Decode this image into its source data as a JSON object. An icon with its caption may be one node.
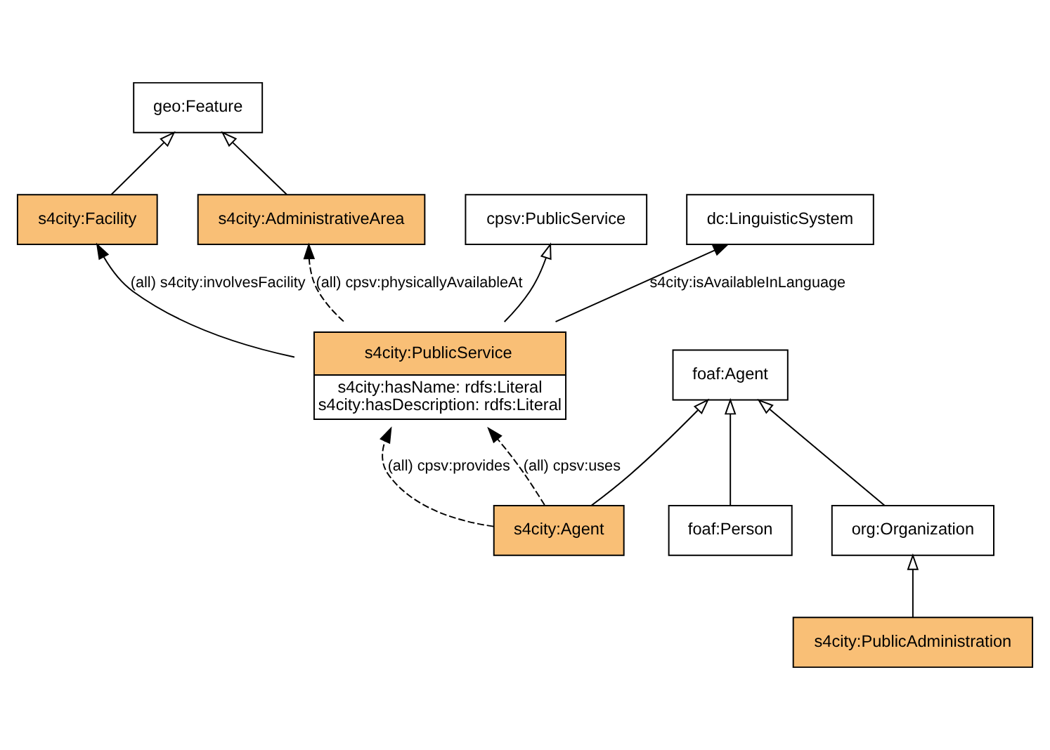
{
  "diagram": {
    "nodes": [
      {
        "text": [
          "geo:Feature"
        ]
      },
      {
        "text": [
          "s4city:Facility"
        ]
      },
      {
        "text": [
          "s4city:AdministrativeArea"
        ]
      },
      {
        "text": [
          "cpsv:PublicService"
        ]
      },
      {
        "text": [
          "foaf:Agent"
        ]
      },
      {
        "text": [
          "s4city:PublicService",
          "s4city:hasName: rdfs:Literal",
          "s4city:hasDescription: rdfs:Literal"
        ]
      },
      {
        "text": [
          "s4city:Agent"
        ]
      },
      {
        "text": [
          "foaf:Person"
        ]
      },
      {
        "text": [
          "org:Organization"
        ]
      },
      {
        "text": [
          "s4city:PublicAdministration"
        ]
      },
      {
        "text": [
          "dc:LinguisticSystem"
        ]
      }
    ],
    "edges": [
      {
        "from": 1,
        "to": 0,
        "arrow": "to"
      },
      {
        "from": 2,
        "to": 0,
        "arrow": "to"
      },
      {
        "from": 5,
        "to": 1,
        "arrow": "to",
        "label": "(all) s4city:involvesFacility"
      },
      {
        "from": 5,
        "to": 2,
        "arrow": "to",
        "label": "(all) cpsv:physicallyAvailableAt",
        "style": "dashed"
      },
      {
        "from": 5,
        "to": 3,
        "arrow": "to"
      },
      {
        "from": 6,
        "to": 5,
        "arrow": "to",
        "label": "(all) cpsv:provides",
        "style": "dashed"
      },
      {
        "from": 6,
        "to": 5,
        "arrow": "to",
        "label": "(all) cpsv:uses",
        "style": "dashed"
      },
      {
        "from": 6,
        "to": 4,
        "arrow": "to"
      },
      {
        "from": 7,
        "to": 4,
        "arrow": "to"
      },
      {
        "from": 8,
        "to": 4,
        "arrow": "to"
      },
      {
        "from": 9,
        "to": 8,
        "arrow": "to"
      },
      {
        "from": 5,
        "to": 10,
        "arrow": "to",
        "label": "s4city:isAvailableInLanguage"
      }
    ]
  }
}
